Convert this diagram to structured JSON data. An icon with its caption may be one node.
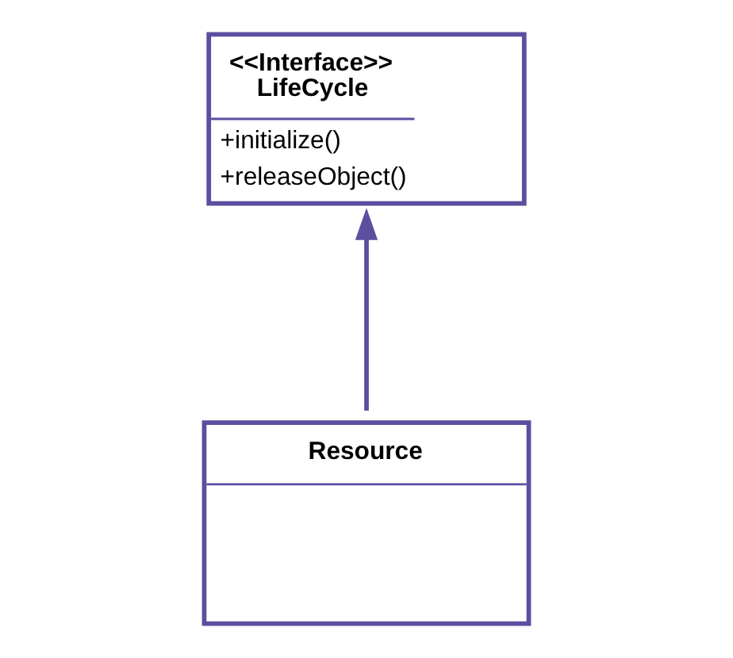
{
  "diagram": {
    "nodes": [
      {
        "text": [
          "<<Interface>>",
          "LifeCycle",
          "+initialize()",
          "+releaseObject()"
        ]
      },
      {
        "text": [
          "Resource"
        ]
      }
    ],
    "edges": [
      {
        "from": 1,
        "to": 0,
        "arrow": "to"
      }
    ]
  }
}
